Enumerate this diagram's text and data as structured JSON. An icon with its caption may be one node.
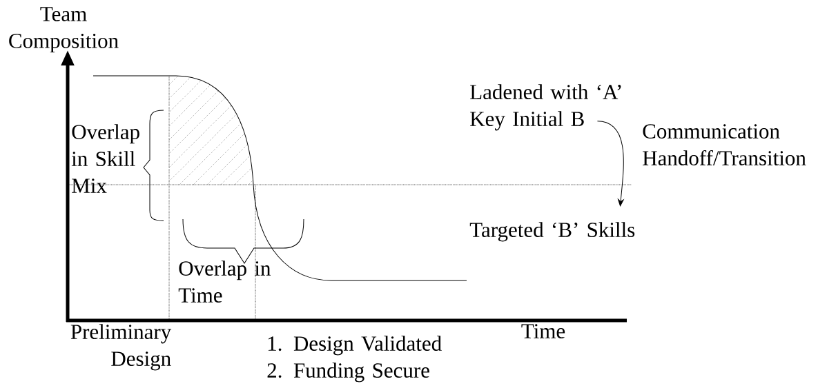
{
  "diagram": {
    "nodes": [
      {
        "text": [
          "Ladened with ‘A’ Key Initial B"
        ]
      },
      {
        "text": [
          "Targeted ‘B’ Skills"
        ]
      }
    ],
    "edges": [
      {
        "from": 0,
        "to": 1,
        "arrow": "to",
        "label": "Communication Handoff/Transition"
      }
    ],
    "labels": [
      "Team Composition",
      "Overlap in Skill Mix",
      "Overlap in Time",
      "Time",
      "Preliminary Design",
      "1. Design Validated",
      "2. Funding Secure"
    ]
  }
}
